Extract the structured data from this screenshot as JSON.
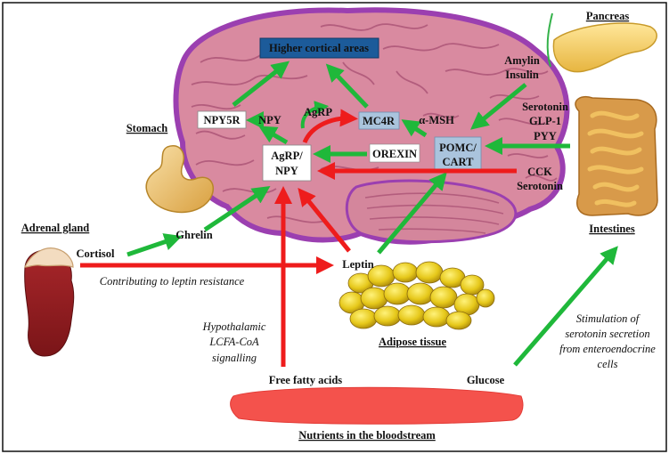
{
  "labels": {
    "higher_cortical": "Higher cortical areas",
    "npy5r": "NPY5R",
    "npy": "NPY",
    "agrp": "AgRP",
    "mc4r": "MC4R",
    "amsh": "α-MSH",
    "agrp_npy_1": "AgRP/",
    "agrp_npy_2": "NPY",
    "orexin": "OREXIN",
    "pomc_1": "POMC/",
    "pomc_2": "CART",
    "amylin": "Amylin",
    "insulin": "Insulin",
    "pancreas": "Pancreas",
    "serotonin_a": "Serotonin",
    "glp1": "GLP-1",
    "pyy": "PYY",
    "cck": "CCK",
    "serotonin_b": "Serotonin",
    "stomach": "Stomach",
    "ghrelin": "Ghrelin",
    "adrenal": "Adrenal gland",
    "cortisol": "Cortisol",
    "leptin": "Leptin",
    "leptin_resistance": "Contributing to leptin resistance",
    "intestines": "Intestines",
    "adipose": "Adipose tissue",
    "hypo_1": "Hypothalamic",
    "hypo_2": "LCFA-CoA",
    "hypo_3": "signalling",
    "ffa": "Free fatty acids",
    "glucose": "Glucose",
    "stim_1": "Stimulation of",
    "stim_2": "serotonin secretion",
    "stim_3": "from enteroendocrine",
    "stim_4": "cells",
    "nutrients": "Nutrients in the bloodstream"
  },
  "colors": {
    "stimulatory_arrow": "#1fb83a",
    "inhibitory_arrow": "#ee1c1c",
    "brain_fill": "#d98aa0",
    "brain_outline": "#9b3fb0",
    "cortical_box": "#1c5b9a",
    "highlight_box": "#aac4dd"
  }
}
